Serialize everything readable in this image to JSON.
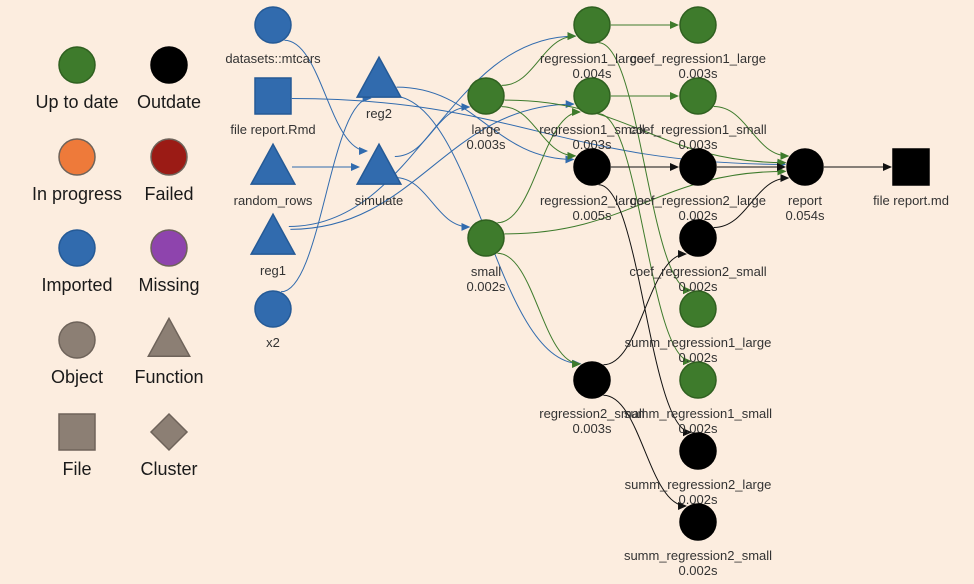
{
  "colors": {
    "up_to_date": "#3E7B2C",
    "outdated": "#000000",
    "in_progress": "#EE7A3A",
    "failed": "#9B1B15",
    "imported": "#316BAE",
    "missing": "#8E44AD",
    "neutral": "#8C7F74",
    "background": "#FCEDDF"
  },
  "legend": [
    {
      "label": "Up to date",
      "shape": "circle",
      "status": "up_to_date"
    },
    {
      "label": "Outdate",
      "shape": "circle",
      "status": "outdated"
    },
    {
      "label": "In progress",
      "shape": "circle",
      "status": "in_progress"
    },
    {
      "label": "Failed",
      "shape": "circle",
      "status": "failed"
    },
    {
      "label": "Imported",
      "shape": "circle",
      "status": "imported"
    },
    {
      "label": "Missing",
      "shape": "circle",
      "status": "missing"
    },
    {
      "label": "Object",
      "shape": "circle",
      "status": "neutral"
    },
    {
      "label": "Function",
      "shape": "triangle",
      "status": "neutral"
    },
    {
      "label": "File",
      "shape": "square",
      "status": "neutral"
    },
    {
      "label": "Cluster",
      "shape": "diamond",
      "status": "neutral"
    }
  ],
  "nodes": [
    {
      "id": "mtcars",
      "shape": "circle",
      "status": "imported",
      "label": "datasets::mtcars",
      "time": ""
    },
    {
      "id": "report_rmd",
      "shape": "square",
      "status": "imported",
      "label": "file report.Rmd",
      "time": ""
    },
    {
      "id": "random_rows",
      "shape": "triangle",
      "status": "imported",
      "label": "random_rows",
      "time": ""
    },
    {
      "id": "reg1",
      "shape": "triangle",
      "status": "imported",
      "label": "reg1",
      "time": ""
    },
    {
      "id": "x2",
      "shape": "circle",
      "status": "imported",
      "label": "x2",
      "time": ""
    },
    {
      "id": "reg2",
      "shape": "triangle",
      "status": "imported",
      "label": "reg2",
      "time": ""
    },
    {
      "id": "simulate",
      "shape": "triangle",
      "status": "imported",
      "label": "simulate",
      "time": ""
    },
    {
      "id": "large",
      "shape": "circle",
      "status": "up_to_date",
      "label": "large",
      "time": "0.003s"
    },
    {
      "id": "small",
      "shape": "circle",
      "status": "up_to_date",
      "label": "small",
      "time": "0.002s"
    },
    {
      "id": "regression1_large",
      "shape": "circle",
      "status": "up_to_date",
      "label": "regression1_large",
      "time": "0.004s"
    },
    {
      "id": "regression1_small",
      "shape": "circle",
      "status": "up_to_date",
      "label": "regression1_small",
      "time": "0.003s"
    },
    {
      "id": "regression2_large",
      "shape": "circle",
      "status": "outdated",
      "label": "regression2_large",
      "time": "0.005s"
    },
    {
      "id": "regression2_small",
      "shape": "circle",
      "status": "outdated",
      "label": "regression2_small",
      "time": "0.003s"
    },
    {
      "id": "coef_regression1_large",
      "shape": "circle",
      "status": "up_to_date",
      "label": "coef_regression1_large",
      "time": "0.003s"
    },
    {
      "id": "coef_regression1_small",
      "shape": "circle",
      "status": "up_to_date",
      "label": "coef_regression1_small",
      "time": "0.003s"
    },
    {
      "id": "coef_regression2_large",
      "shape": "circle",
      "status": "outdated",
      "label": "coef_regression2_large",
      "time": "0.002s"
    },
    {
      "id": "coef_regression2_small",
      "shape": "circle",
      "status": "outdated",
      "label": "coef_regression2_small",
      "time": "0.002s"
    },
    {
      "id": "summ_regression1_large",
      "shape": "circle",
      "status": "up_to_date",
      "label": "summ_regression1_large",
      "time": "0.002s"
    },
    {
      "id": "summ_regression1_small",
      "shape": "circle",
      "status": "up_to_date",
      "label": "summ_regression1_small",
      "time": "0.002s"
    },
    {
      "id": "summ_regression2_large",
      "shape": "circle",
      "status": "outdated",
      "label": "summ_regression2_large",
      "time": "0.002s"
    },
    {
      "id": "summ_regression2_small",
      "shape": "circle",
      "status": "outdated",
      "label": "summ_regression2_small",
      "time": "0.002s"
    },
    {
      "id": "report",
      "shape": "circle",
      "status": "outdated",
      "label": "report",
      "time": "0.054s"
    },
    {
      "id": "report_md",
      "shape": "square",
      "status": "outdated",
      "label": "file report.md",
      "time": ""
    }
  ],
  "edges": [
    {
      "from": "mtcars",
      "to": "simulate"
    },
    {
      "from": "report_rmd",
      "to": "report"
    },
    {
      "from": "random_rows",
      "to": "simulate"
    },
    {
      "from": "reg1",
      "to": "regression1_large"
    },
    {
      "from": "reg1",
      "to": "regression1_small"
    },
    {
      "from": "x2",
      "to": "reg2"
    },
    {
      "from": "reg2",
      "to": "regression2_large"
    },
    {
      "from": "reg2",
      "to": "regression2_small"
    },
    {
      "from": "simulate",
      "to": "large"
    },
    {
      "from": "simulate",
      "to": "small"
    },
    {
      "from": "large",
      "to": "regression1_large"
    },
    {
      "from": "large",
      "to": "regression2_large"
    },
    {
      "from": "large",
      "to": "report"
    },
    {
      "from": "small",
      "to": "regression1_small"
    },
    {
      "from": "small",
      "to": "regression2_small"
    },
    {
      "from": "small",
      "to": "report"
    },
    {
      "from": "regression1_large",
      "to": "coef_regression1_large"
    },
    {
      "from": "regression1_large",
      "to": "summ_regression1_large"
    },
    {
      "from": "regression1_small",
      "to": "coef_regression1_small"
    },
    {
      "from": "regression1_small",
      "to": "summ_regression1_small"
    },
    {
      "from": "regression2_large",
      "to": "coef_regression2_large"
    },
    {
      "from": "regression2_large",
      "to": "summ_regression2_large"
    },
    {
      "from": "regression2_small",
      "to": "coef_regression2_small"
    },
    {
      "from": "regression2_small",
      "to": "summ_regression2_small"
    },
    {
      "from": "coef_regression1_small",
      "to": "report"
    },
    {
      "from": "coef_regression2_large",
      "to": "report"
    },
    {
      "from": "coef_regression2_small",
      "to": "report"
    },
    {
      "from": "report",
      "to": "report_md"
    }
  ]
}
